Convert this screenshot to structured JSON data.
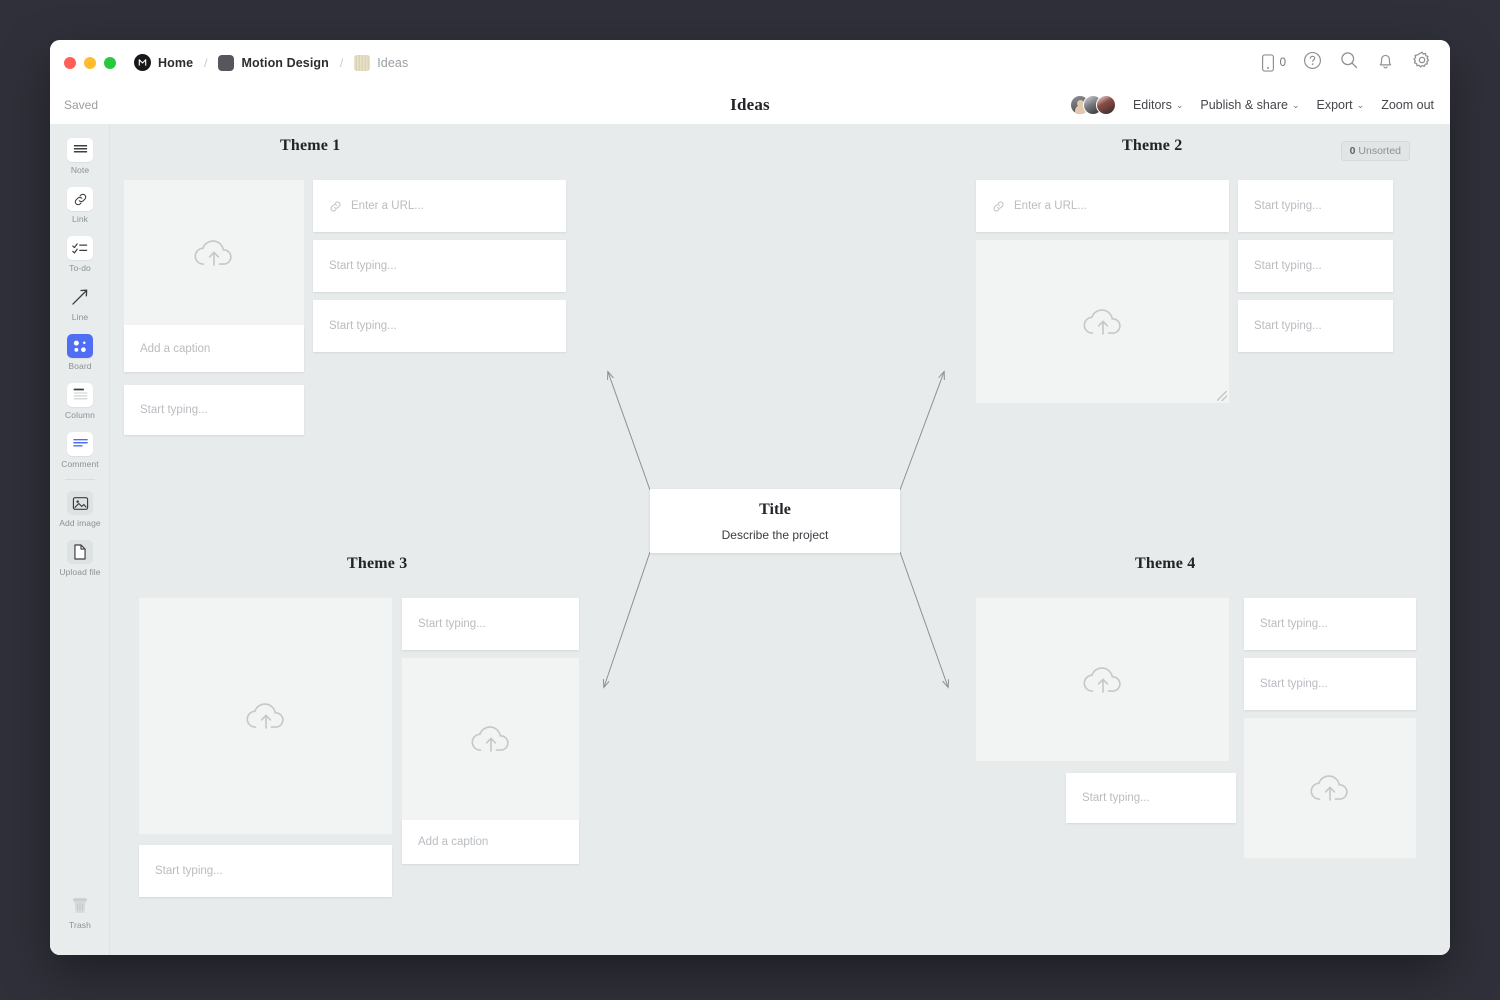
{
  "window": {
    "traffic_lights": [
      "close",
      "minimize",
      "maximize"
    ]
  },
  "breadcrumb": {
    "items": [
      {
        "label": "Home",
        "icon": "milanote-logo-icon"
      },
      {
        "label": "Motion Design",
        "icon": "folder-dark-icon"
      },
      {
        "label": "Ideas",
        "icon": "folder-tan-icon"
      }
    ],
    "separator": "/"
  },
  "titlebar_right": {
    "device_count": "0",
    "icons": [
      "mobile-preview-icon",
      "help-icon",
      "search-icon",
      "notifications-icon",
      "settings-icon"
    ]
  },
  "subheader": {
    "save_status": "Saved",
    "document_title": "Ideas",
    "editors_label": "Editors",
    "publish_label": "Publish & share",
    "export_label": "Export",
    "zoom_label": "Zoom out",
    "caret": "⌄"
  },
  "toolbar": {
    "items": [
      {
        "label": "Note",
        "icon": "note-icon",
        "active": false
      },
      {
        "label": "Link",
        "icon": "link-icon",
        "active": false
      },
      {
        "label": "To-do",
        "icon": "todo-icon",
        "active": false
      },
      {
        "label": "Line",
        "icon": "line-arrow-icon",
        "active": false
      },
      {
        "label": "Board",
        "icon": "board-icon",
        "active": true
      },
      {
        "label": "Column",
        "icon": "column-icon",
        "active": false
      },
      {
        "label": "Comment",
        "icon": "comment-icon",
        "active": false
      },
      {
        "label": "Add image",
        "icon": "add-image-icon",
        "active": false
      },
      {
        "label": "Upload file",
        "icon": "upload-file-icon",
        "active": false
      }
    ],
    "trash_label": "Trash"
  },
  "canvas": {
    "unsorted_count": "0",
    "unsorted_label": "Unsorted",
    "center_node": {
      "title": "Title",
      "subtitle": "Describe the project"
    },
    "placeholders": {
      "url": "Enter a URL...",
      "note": "Start typing...",
      "caption": "Add a caption"
    },
    "themes": [
      {
        "id": "theme-1",
        "title": "Theme 1"
      },
      {
        "id": "theme-2",
        "title": "Theme 2"
      },
      {
        "id": "theme-3",
        "title": "Theme 3"
      },
      {
        "id": "theme-4",
        "title": "Theme 4"
      }
    ]
  },
  "colors": {
    "accent": "#4f6ef4",
    "canvas_bg": "#e8ebeb",
    "card_bg": "#ffffff",
    "image_bg": "#f2f4f4",
    "placeholder_text": "#b9bcc0",
    "desktop_bg": "#2f3039"
  }
}
